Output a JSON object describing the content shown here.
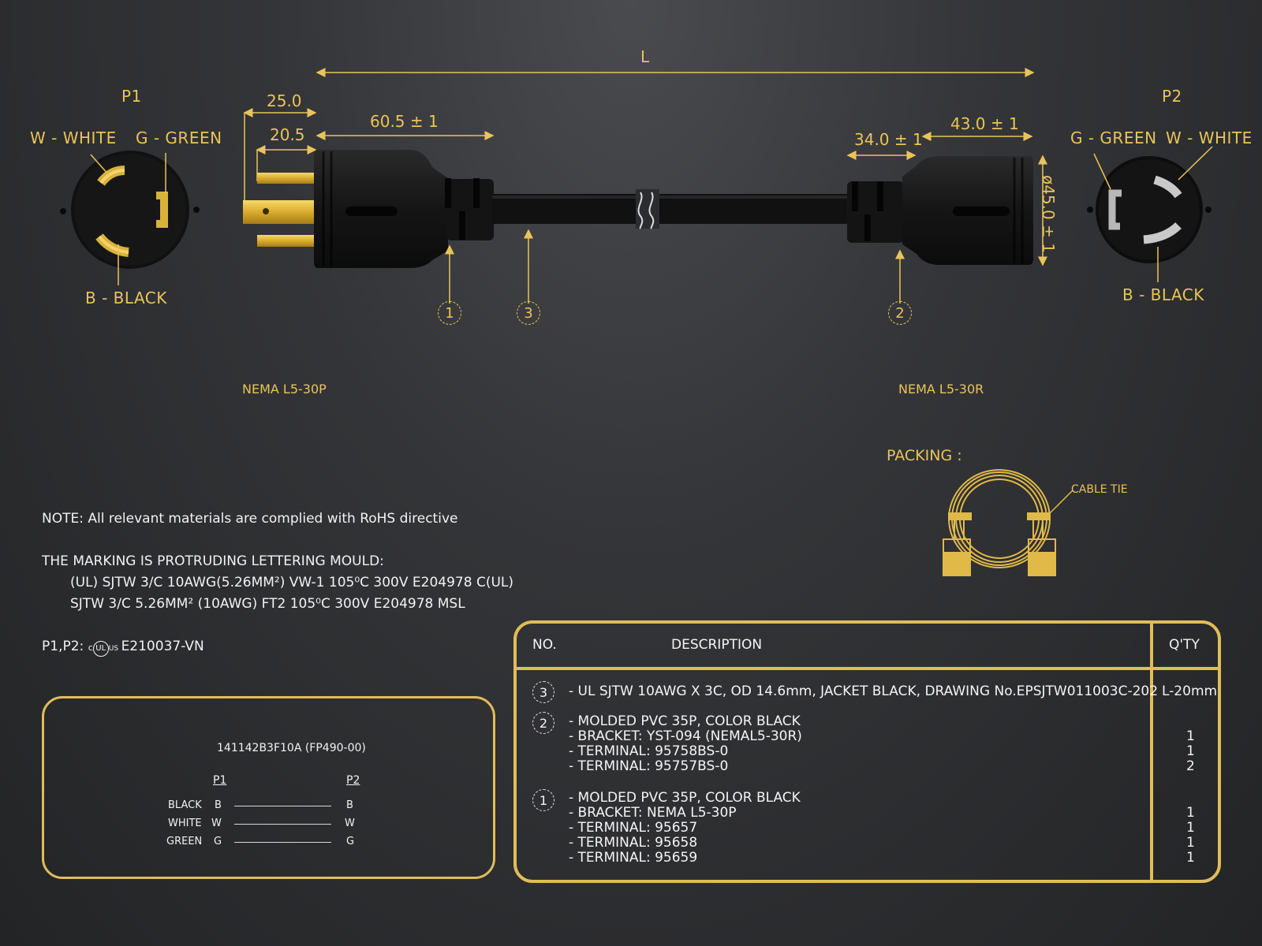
{
  "dimensions": {
    "L": "L",
    "d25": "25.0",
    "d20_5": "20.5",
    "d60_5": "60.5 ± 1",
    "d34": "34.0 ± 1",
    "d43": "43.0 ± 1",
    "d45": "ø45.0 ± 1"
  },
  "p1": {
    "title": "P1",
    "white": "W - WHITE",
    "green": "G - GREEN",
    "black": "B - BLACK",
    "model": "NEMA L5-30P"
  },
  "p2": {
    "title": "P2",
    "white": "W - WHITE",
    "green": "G - GREEN",
    "black": "B - BLACK",
    "model": "NEMA L5-30R"
  },
  "callouts": {
    "c1": "1",
    "c2": "2",
    "c3": "3"
  },
  "packing": {
    "title": "PACKING  :",
    "cable_tie": "CABLE  TIE"
  },
  "notes": {
    "rohs": "NOTE: All relevant materials are complied with RoHS directive",
    "marking_title": "THE MARKING IS PROTRUDING LETTERING MOULD:",
    "marking_1": "(UL) SJTW 3/C 10AWG(5.26MM²) VW-1 105⁰C 300V E204978 C(UL)",
    "marking_2": "SJTW 3/C 5.26MM² (10AWG) FT2 105⁰C 300V E204978 MSL",
    "cert_prefix": "P1,P2:",
    "cert_c": "c",
    "cert_ul": "UL",
    "cert_us": "US",
    "cert_number": "E210037-VN"
  },
  "wiring": {
    "part_no": "141142B3F10A (FP490-00)",
    "p1": "P1",
    "p2": "P2",
    "rows": [
      {
        "color": "BLACK",
        "a": "B",
        "b": "B"
      },
      {
        "color": "WHITE",
        "a": "W",
        "b": "W"
      },
      {
        "color": "GREEN",
        "a": "G",
        "b": "G"
      }
    ]
  },
  "bom": {
    "col_no": "NO.",
    "col_desc": "DESCRIPTION",
    "col_qty": "Q'TY",
    "items": [
      {
        "no": "3",
        "lines": [
          "- UL SJTW 10AWG X 3C, OD 14.6mm, JACKET BLACK, DRAWING No.EPSJTW011003C-202"
        ],
        "qty": [
          "L-20mm"
        ]
      },
      {
        "no": "2",
        "lines": [
          "- MOLDED PVC 35P, COLOR BLACK",
          "- BRACKET: YST-094 (NEMAL5-30R)",
          "- TERMINAL: 95758BS-0",
          "- TERMINAL: 95757BS-0"
        ],
        "qty": [
          "",
          "1",
          "1",
          "2"
        ]
      },
      {
        "no": "1",
        "lines": [
          "- MOLDED PVC 35P, COLOR BLACK",
          "- BRACKET: NEMA L5-30P",
          "- TERMINAL: 95657",
          "- TERMINAL: 95658",
          "- TERMINAL: 95659"
        ],
        "qty": [
          "",
          "1",
          "1",
          "1",
          "1"
        ]
      }
    ]
  },
  "colors": {
    "accent": "#e9c45a",
    "border": "#e1bd57",
    "plug": "#1a1a1a",
    "brass": "#d9b23a"
  }
}
